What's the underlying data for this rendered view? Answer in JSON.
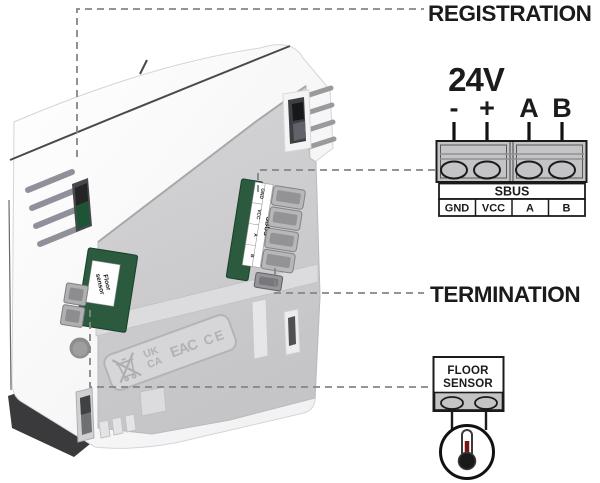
{
  "callouts": {
    "registration": {
      "label": "REGISTRATION"
    },
    "termination": {
      "label": "TERMINATION"
    }
  },
  "sbus_diagram": {
    "voltage_label": "24V",
    "wire_labels": [
      "-",
      "+",
      "A",
      "B"
    ],
    "bus_row_label": "SBUS",
    "terminal_labels": [
      "GND",
      "VCC",
      "A",
      "B"
    ]
  },
  "floor_sensor_diagram": {
    "label_line1": "FLOOR",
    "label_line2": "SENSOR",
    "icon": "thermometer-icon"
  },
  "device": {
    "sbus_connector": {
      "pin_labels": [
        "GND",
        "VCC",
        "A",
        "B"
      ],
      "bus_label": "SBUS"
    },
    "floor_sensor_connector": {
      "label_line1": "Floor",
      "label_line2": "sensor"
    },
    "compliance_marks": {
      "ukca_line1": "UK",
      "ukca_line2": "CA",
      "eac": "EAC",
      "ce": "CE"
    },
    "icons": {
      "weee": "crossed-out-bin-icon"
    }
  },
  "colors": {
    "annotation_text": "#1b1b1b",
    "dashed_line": "#858585",
    "terminal_block_fill": "#c4c4c6",
    "device_panel": "#cccccf",
    "pcb_green": "#2c5a3e",
    "thermometer_red": "#7a1212"
  }
}
